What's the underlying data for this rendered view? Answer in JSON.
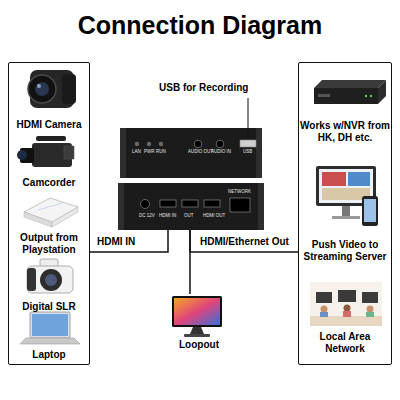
{
  "diagram": {
    "title": "Connection Diagram",
    "nodes": [
      {
        "text": [
          "HDMI Camera",
          "Camcorder",
          "Output from Playstation",
          "Digital SLR",
          "Laptop"
        ]
      },
      {
        "text": [
          "LAN",
          "PWR",
          "RUN",
          "AUDIO OUT",
          "AUDIO IN",
          "USB",
          "DC 12V",
          "HDMI IN",
          "OUT",
          "HDMI OUT",
          "NETWORK"
        ]
      },
      {
        "text": [
          "Works w/NVR from HK, DH etc.",
          "Push Video to Streaming Server",
          "Local Area Network"
        ]
      },
      {
        "text": [
          "Loopout"
        ]
      }
    ],
    "edges": [
      {
        "from": 0,
        "to": 1,
        "arrow": "none",
        "label": "HDMI IN"
      },
      {
        "from": 1,
        "to": 2,
        "arrow": "none",
        "label": "HDMI/Ethernet Out"
      },
      {
        "from": 1,
        "to": 3,
        "arrow": "none"
      }
    ],
    "labels": [
      "USB for Recording"
    ]
  }
}
